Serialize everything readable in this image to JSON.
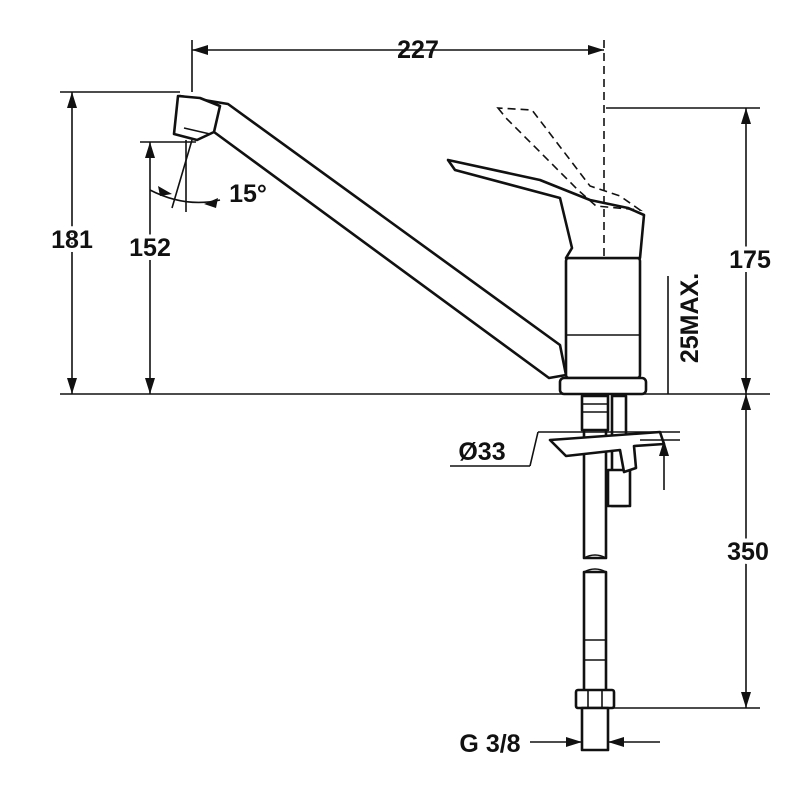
{
  "dimensions": {
    "width": "227",
    "height_total": "181",
    "height_outlet": "152",
    "spout_angle": "15°",
    "body_height": "175",
    "max_thickness": "25MAX.",
    "base_diameter": "Ø33",
    "hose_length": "350",
    "connection": "G 3/8"
  }
}
